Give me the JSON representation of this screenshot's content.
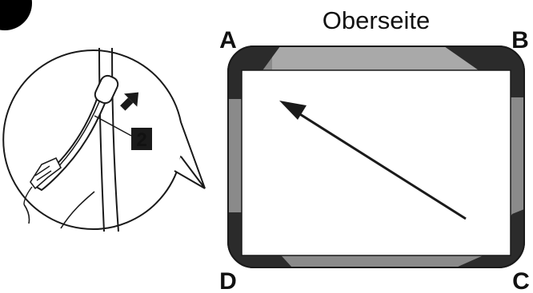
{
  "step_badge": {
    "number": "",
    "color": "#000000"
  },
  "detail_view": {
    "part_callout": "2",
    "arrow": "up-right-arrow-icon"
  },
  "frame_diagram": {
    "top_label": "Oberseite",
    "corner_labels": {
      "a": "A",
      "b": "B",
      "c": "C",
      "d": "D"
    },
    "arrow": "diagonal-arrow-icon",
    "colors": {
      "corner_fill": "#2b2b2b",
      "edge_fill": "#8a8a8a",
      "top_edge_fill": "#a9a9a9",
      "inner_fill": "#ffffff",
      "outline": "#1a1a1a"
    }
  }
}
